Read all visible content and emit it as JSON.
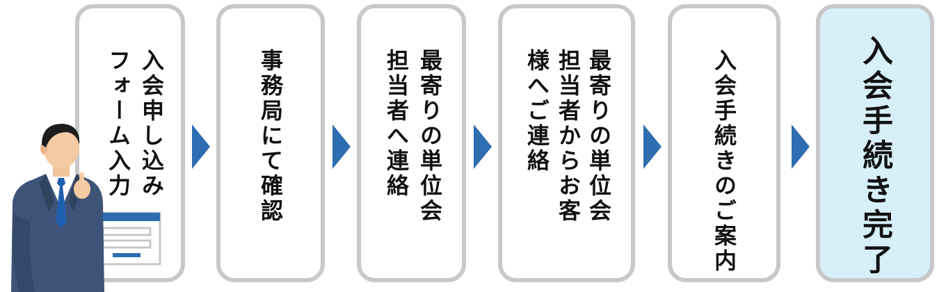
{
  "steps": [
    {
      "lines": [
        "入会申し込み",
        "フォーム入力"
      ]
    },
    {
      "lines": [
        "事務局にて確認"
      ]
    },
    {
      "lines": [
        "最寄りの単位会",
        "担当者へ連絡"
      ]
    },
    {
      "lines": [
        "最寄りの単位会",
        "担当者からお客",
        "様へご連絡"
      ]
    },
    {
      "lines": [
        "入会手続きのご案内"
      ]
    },
    {
      "lines": [
        "入会手続き完了"
      ]
    }
  ],
  "colors": {
    "arrow": "#2e6db0",
    "box_border": "#c8c8c8",
    "final_box_fill": "#d7eff8",
    "text": "#111111"
  },
  "icons": [
    "businessman-icon",
    "form-icon",
    "arrow-right-icon"
  ]
}
